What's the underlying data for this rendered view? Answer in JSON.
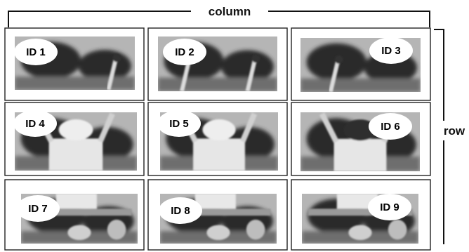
{
  "labels": {
    "column": "column",
    "row": "row"
  },
  "cells": [
    {
      "id": "ID 1",
      "scene": "hand raised at right, blurred trees"
    },
    {
      "id": "ID 2",
      "scene": "two raised hands"
    },
    {
      "id": "ID 3",
      "scene": "raised hand at left, trees"
    },
    {
      "id": "ID 4",
      "scene": "person in white hat and shirt, arm raised"
    },
    {
      "id": "ID 5",
      "scene": "person seen from behind, arms raised"
    },
    {
      "id": "ID 6",
      "scene": "person in dark hat, arms raised"
    },
    {
      "id": "ID 7",
      "scene": "bench and log on dark background"
    },
    {
      "id": "ID 8",
      "scene": "bench, legs and feet"
    },
    {
      "id": "ID 9",
      "scene": "bench with feet below"
    }
  ],
  "colors": {
    "frame": "#222222",
    "photo_dark": "#2a2a2a",
    "photo_mid": "#6e6e6e",
    "photo_light": "#b5b5b5",
    "oval": "#ffffff"
  }
}
